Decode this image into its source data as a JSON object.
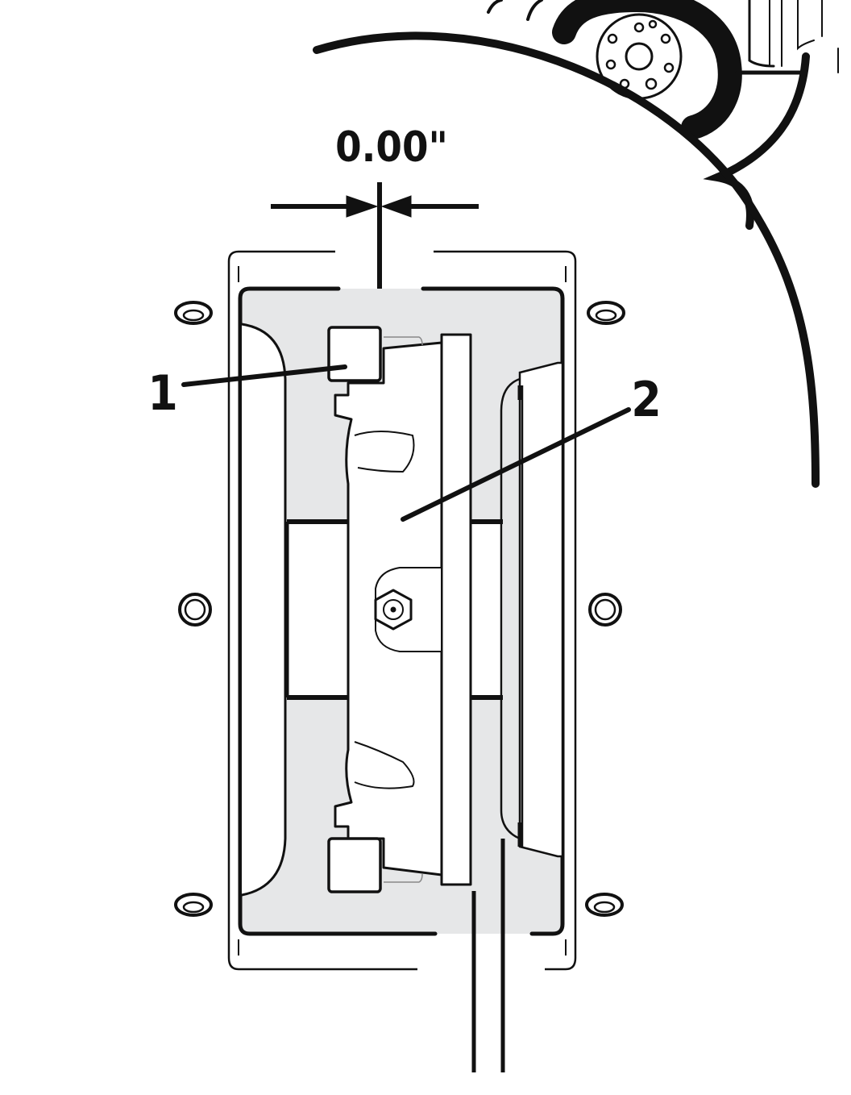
{
  "dimension": {
    "value": "0.00\""
  },
  "callouts": [
    {
      "number": "1"
    },
    {
      "number": "2"
    }
  ],
  "colors": {
    "line": "#111111",
    "shade": "#e6e7e8",
    "background": "#ffffff"
  }
}
